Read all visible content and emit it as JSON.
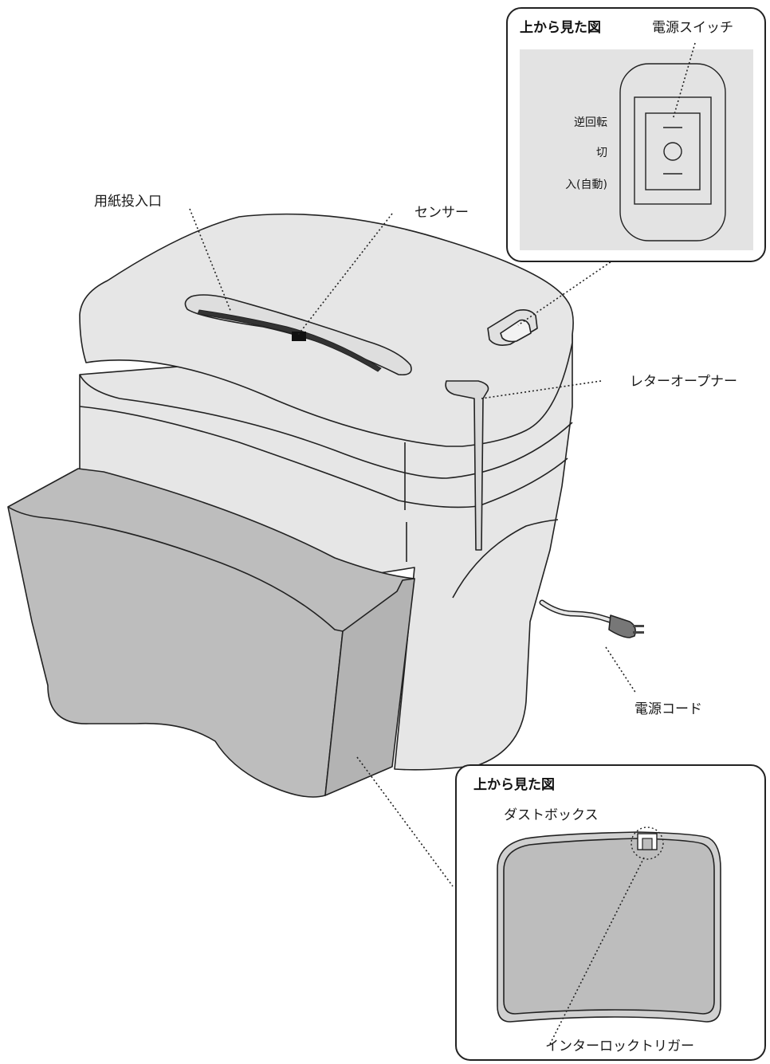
{
  "labels": {
    "paper_slot": "用紙投入口",
    "sensor": "センサー",
    "letter_opener": "レターオープナー",
    "power_cord": "電源コード"
  },
  "switch_inset": {
    "title": "上から見た図",
    "switch_label": "電源スイッチ",
    "positions": {
      "reverse": "逆回転",
      "off": "切",
      "on_auto": "入(自動)"
    }
  },
  "dustbox_inset": {
    "title": "上から見た図",
    "box_label": "ダストボックス",
    "trigger_label": "インターロックトリガー"
  },
  "colors": {
    "body": "#e6e6e6",
    "dust_box": "#bdbdbd",
    "inset_panel": "#e3e3e3",
    "outline": "#222222"
  }
}
